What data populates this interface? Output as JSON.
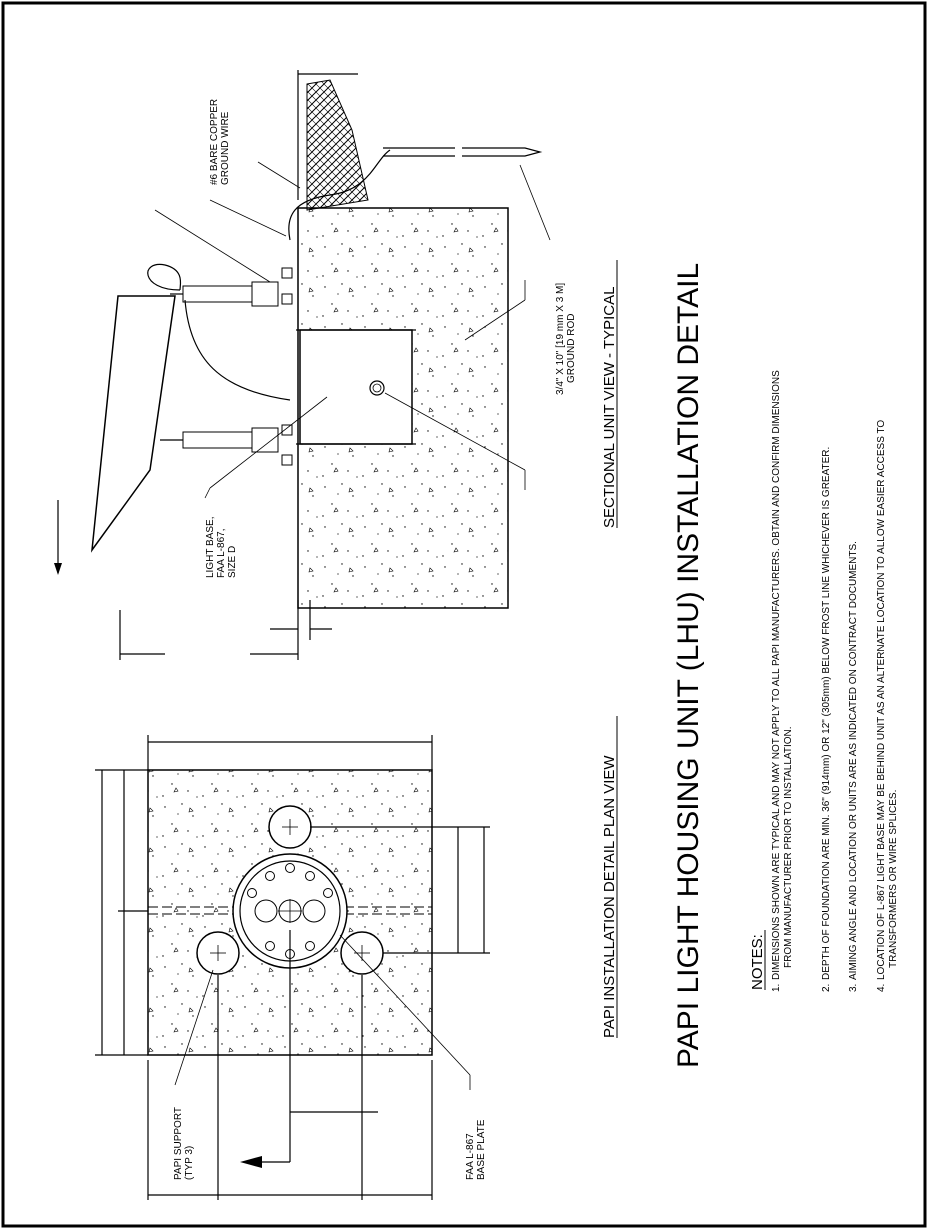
{
  "drawing": {
    "title": "PAPI LIGHT HOUSING UNIT (LHU) INSTALLATION DETAIL",
    "section_view_title": "SECTIONAL UNIT VIEW - TYPICAL",
    "plan_view_title": "PAPI INSTALLATION DETAIL PLAN VIEW",
    "callouts": {
      "ground_wire": [
        "#6 BARE COPPER",
        "GROUND WIRE"
      ],
      "ground_rod": [
        "3/4\" X 10\" [19 mm X 3 M]",
        "GROUND ROD"
      ],
      "light_base": [
        "LIGHT BASE,",
        "FAA L-867,",
        "SIZE D"
      ],
      "papi_support": [
        "PAPI SUPPORT",
        "(TYP 3)"
      ],
      "base_plate": [
        "FAA L-867",
        "BASE PLATE"
      ]
    },
    "notes": {
      "heading": "NOTES:",
      "items": [
        {
          "num": "1.",
          "lines": [
            "DIMENSIONS SHOWN ARE TYPICAL AND MAY NOT APPLY TO ALL PAPI MANUFACTURERS. OBTAIN AND CONFIRM DIMENSIONS",
            "FROM MANUFACTURER PRIOR TO INSTALLATION."
          ]
        },
        {
          "num": "2.",
          "lines": [
            "DEPTH OF FOUNDATION ARE MIN. 36\" (914mm) OR 12\" (305mm) BELOW FROST LINE WHICHEVER IS GREATER."
          ]
        },
        {
          "num": "3.",
          "lines": [
            "AIMING ANGLE AND LOCATION OR UNITS ARE AS INDICATED ON CONTRACT DOCUMENTS."
          ]
        },
        {
          "num": "4.",
          "lines": [
            "LOCATION OF L-867 LIGHT BASE MAY BE BEHIND UNIT AS AN ALTERNATE LOCATION TO ALLOW EASIER ACCESS TO",
            "TRANSFORMERS OR WIRE SPLICES."
          ]
        }
      ]
    }
  }
}
